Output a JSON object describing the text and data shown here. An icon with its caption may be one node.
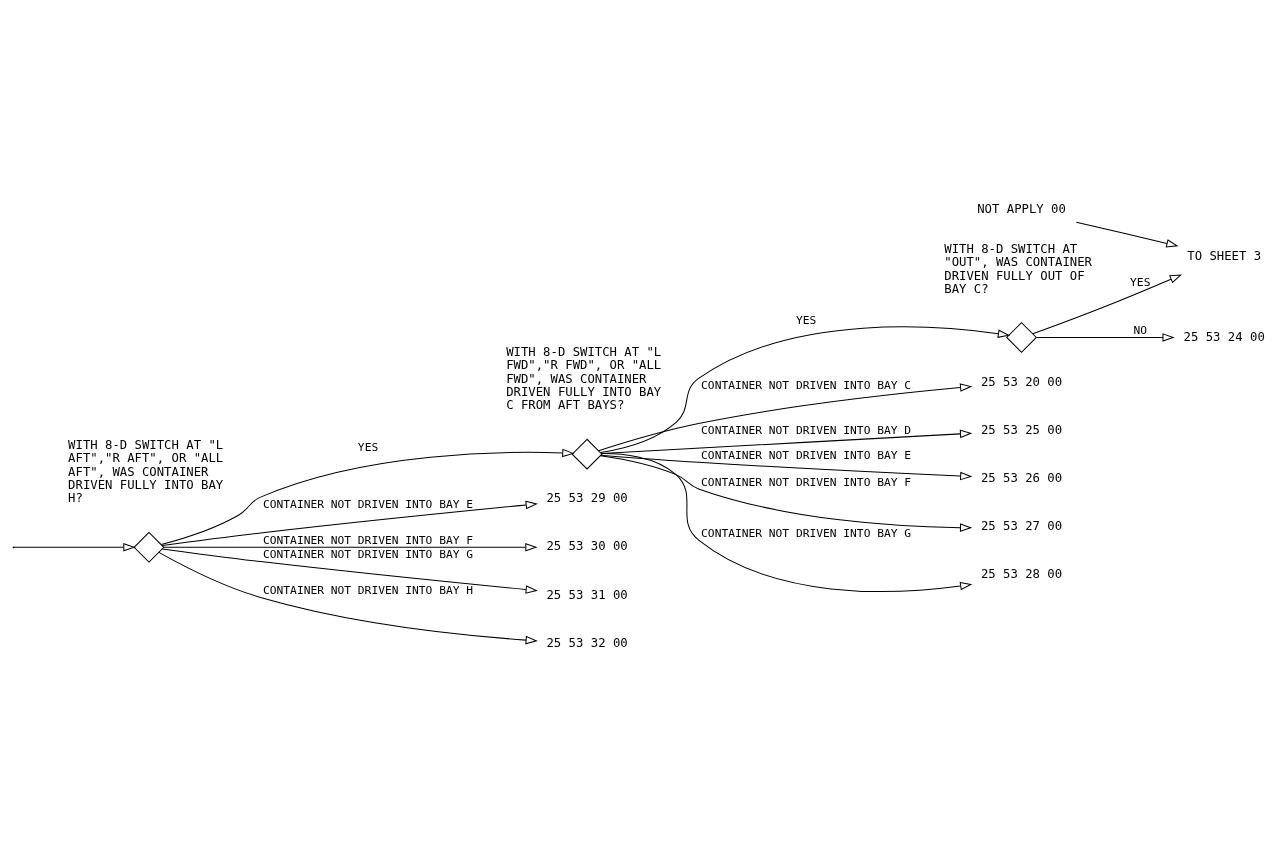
{
  "diagram": {
    "nodes": [
      {
        "text": [],
        "shape": "diamond",
        "beside": [
          "WITH 8-D SWITCH AT \"L AFT\",\"R AFT\", OR \"ALL AFT\", WAS CONTAINER DRIVEN FULLY INTO BAY H?"
        ]
      },
      {
        "text": [],
        "shape": "diamond",
        "beside": [
          "WITH 8-D SWITCH AT \"L FWD\",\"R FWD\", OR \"ALL FWD\", WAS CONTAINER DRIVEN FULLY INTO BAY C FROM AFT BAYS?"
        ]
      },
      {
        "text": [],
        "shape": "diamond",
        "beside": [
          "WITH 8-D SWITCH AT \"OUT\", WAS CONTAINER DRIVEN FULLY OUT OF BAY C?"
        ]
      },
      {
        "text": [
          "NOT APPLY 00"
        ]
      },
      {
        "text": [
          "TO SHEET 3"
        ]
      },
      {
        "text": [
          "25 53 24 00"
        ]
      },
      {
        "text": [
          "25 53 20 00"
        ]
      },
      {
        "text": [
          "25 53 25 00"
        ]
      },
      {
        "text": [
          "25 53 26 00"
        ]
      },
      {
        "text": [
          "25 53 27 00"
        ]
      },
      {
        "text": [
          "25 53 28 00"
        ]
      },
      {
        "text": [
          "25 53 29 00"
        ]
      },
      {
        "text": [
          "25 53 30 00"
        ]
      },
      {
        "text": [
          "25 53 31 00"
        ]
      },
      {
        "text": [
          "25 53 32 00"
        ]
      }
    ],
    "edges": [
      {
        "from": null,
        "to": 0,
        "arrow": "to"
      },
      {
        "from": 0,
        "to": 1,
        "arrow": "to",
        "label": "YES"
      },
      {
        "from": 1,
        "to": 2,
        "arrow": "to",
        "label": "YES"
      },
      {
        "from": 2,
        "to": 4,
        "arrow": "to",
        "label": "YES"
      },
      {
        "from": 2,
        "to": 5,
        "arrow": "to",
        "label": "NO"
      },
      {
        "from": 3,
        "to": 4,
        "arrow": "to"
      },
      {
        "from": 1,
        "to": 6,
        "arrow": "to",
        "label": "CONTAINER NOT DRIVEN INTO BAY C"
      },
      {
        "from": 1,
        "to": 7,
        "arrow": "to",
        "label": "CONTAINER NOT DRIVEN INTO BAY D"
      },
      {
        "from": 1,
        "to": 8,
        "arrow": "to",
        "label": "CONTAINER NOT DRIVEN INTO BAY E"
      },
      {
        "from": 1,
        "to": 9,
        "arrow": "to",
        "label": "CONTAINER NOT DRIVEN INTO BAY F"
      },
      {
        "from": 1,
        "to": 10,
        "arrow": "to",
        "label": "CONTAINER NOT DRIVEN INTO BAY G"
      },
      {
        "from": 0,
        "to": 11,
        "arrow": "to",
        "label": "CONTAINER NOT DRIVEN INTO BAY E"
      },
      {
        "from": 0,
        "to": 12,
        "arrow": "to",
        "label": "CONTAINER NOT DRIVEN INTO BAY F"
      },
      {
        "from": 0,
        "to": 13,
        "arrow": "to",
        "label": "CONTAINER NOT DRIVEN INTO BAY G"
      },
      {
        "from": 0,
        "to": 14,
        "arrow": "to",
        "label": "CONTAINER NOT DRIVEN INTO BAY H"
      }
    ]
  }
}
